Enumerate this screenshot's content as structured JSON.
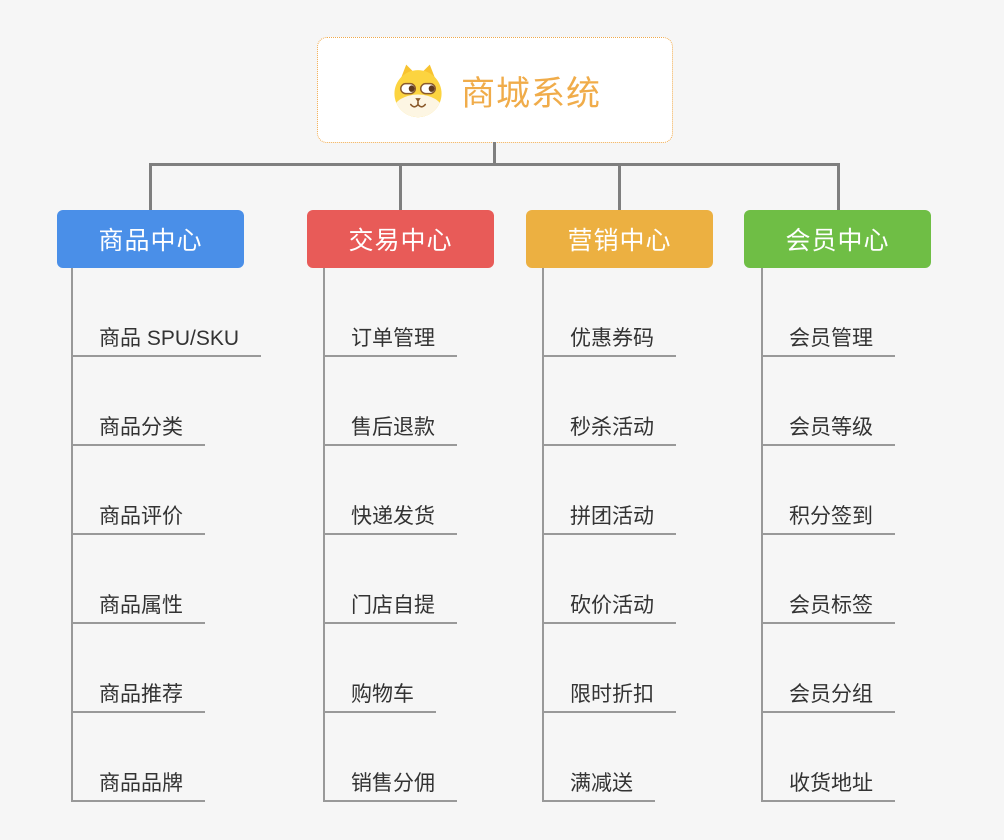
{
  "root": {
    "title": "商城系统",
    "icon": "dog-face-icon",
    "accent_color": "#F0AC4A"
  },
  "connector_color": "#7F7F7F",
  "subline_color": "#999999",
  "branches": [
    {
      "label": "商品中心",
      "color": "#4A8FE8",
      "items": [
        "商品 SPU/SKU",
        "商品分类",
        "商品评价",
        "商品属性",
        "商品推荐",
        "商品品牌"
      ]
    },
    {
      "label": "交易中心",
      "color": "#E85B58",
      "items": [
        "订单管理",
        "售后退款",
        "快递发货",
        "门店自提",
        "购物车",
        "销售分佣"
      ]
    },
    {
      "label": "营销中心",
      "color": "#ECB041",
      "items": [
        "优惠券码",
        "秒杀活动",
        "拼团活动",
        "砍价活动",
        "限时折扣",
        "满减送"
      ]
    },
    {
      "label": "会员中心",
      "color": "#6FBE45",
      "items": [
        "会员管理",
        "会员等级",
        "积分签到",
        "会员标签",
        "会员分组",
        "收货地址"
      ]
    }
  ]
}
